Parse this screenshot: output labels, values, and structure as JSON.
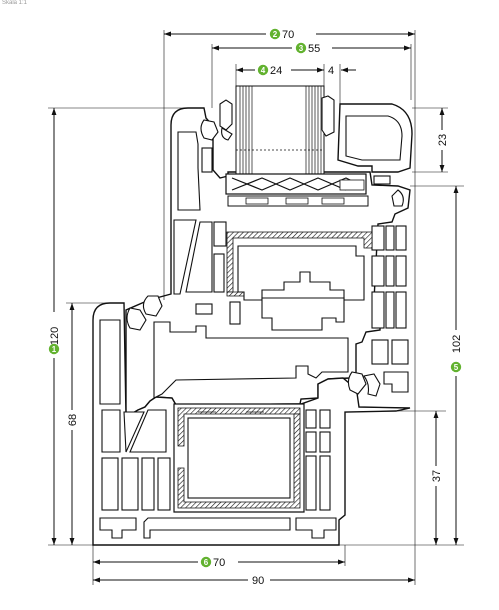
{
  "scale_label": "Skala 1:1",
  "dimensions": [
    {
      "id": "frame-depth",
      "badge": "2",
      "value": "70"
    },
    {
      "id": "glazing-rebate",
      "badge": "3",
      "value": "55"
    },
    {
      "id": "glass-thickness",
      "badge": "4",
      "value": "24"
    },
    {
      "id": "bead-offset",
      "badge": "",
      "value": "4"
    },
    {
      "id": "total-height",
      "badge": "1",
      "value": "120"
    },
    {
      "id": "frame-height",
      "badge": "",
      "value": "68"
    },
    {
      "id": "glass-bead-height",
      "badge": "",
      "value": "23"
    },
    {
      "id": "sash-height",
      "badge": "5",
      "value": "102"
    },
    {
      "id": "sash-lower",
      "badge": "",
      "value": "37"
    },
    {
      "id": "sash-depth",
      "badge": "6",
      "value": "70"
    },
    {
      "id": "total-width",
      "badge": "",
      "value": "90"
    }
  ],
  "colors": {
    "badge": "#62b22f",
    "line": "#111111"
  }
}
